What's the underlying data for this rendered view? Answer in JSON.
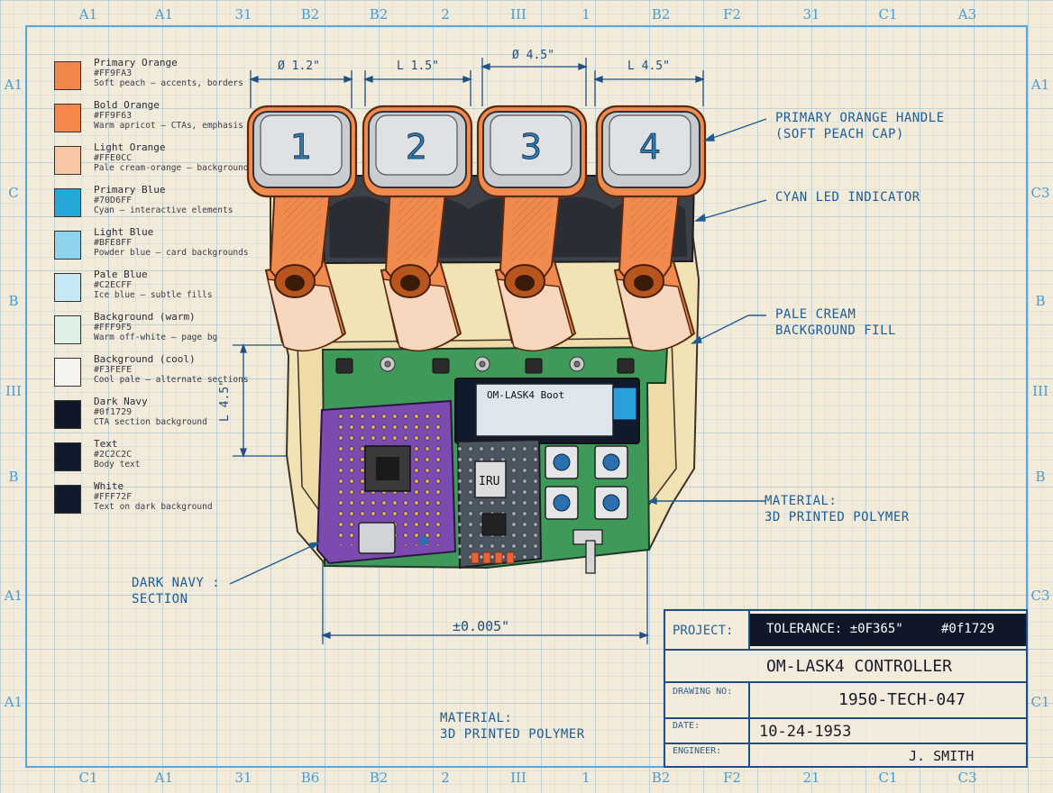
{
  "border_zones": {
    "top": [
      "A1",
      "A1",
      "31",
      "B2",
      "B2",
      "2",
      "III",
      "1",
      "B2",
      "F2",
      "31",
      "C1",
      "A3"
    ],
    "bottom": [
      "C1",
      "A1",
      "31",
      "B6",
      "B2",
      "2",
      "III",
      "1",
      "B2",
      "F2",
      "21",
      "C1",
      "C3"
    ],
    "left": [
      "A1",
      "C",
      "B",
      "III",
      "B",
      "A1",
      "A1"
    ],
    "right": [
      "A1",
      "C3",
      "B",
      "III",
      "B",
      "C3",
      "C1"
    ]
  },
  "palette": [
    {
      "name": "Primary Orange",
      "hex": "#FF9FA3",
      "desc": "Soft peach — accents, borders",
      "color": "#f0864a"
    },
    {
      "name": "Bold Orange",
      "hex": "#FF9F63",
      "desc": "Warm apricot — CTAs, emphasis",
      "color": "#f4874a"
    },
    {
      "name": "Light Orange",
      "hex": "#FFE0CC",
      "desc": "Pale cream-orange — backgrounds",
      "color": "#f7c6a3"
    },
    {
      "name": "Primary Blue",
      "hex": "#70D6FF",
      "desc": "Cyan — interactive elements",
      "color": "#25a8d8"
    },
    {
      "name": "Light Blue",
      "hex": "#BFE8FF",
      "desc": "Powder blue — card backgrounds",
      "color": "#8fd3ec"
    },
    {
      "name": "Pale Blue",
      "hex": "#C2ECFF",
      "desc": "Ice blue — subtle fills",
      "color": "#c4e9f5"
    },
    {
      "name": "Background (warm)",
      "hex": "#FFF9F5",
      "desc": "Warm off-white — page bg",
      "color": "#dff1e6"
    },
    {
      "name": "Background (cool)",
      "hex": "#F3FEFE",
      "desc": "Cool pale — alternate sections",
      "color": "#f6f4ee"
    },
    {
      "name": "Dark Navy",
      "hex": "#0f1729",
      "desc": "CTA section background",
      "color": "#0f1729"
    },
    {
      "name": "Text",
      "hex": "#2C2C2C",
      "desc": "Body text",
      "color": "#0f1a2c"
    },
    {
      "name": "White",
      "hex": "#FFF72F",
      "desc": "Text on dark background",
      "color": "#0f1a2c"
    }
  ],
  "dimensions": {
    "d1": "Ø 1.2\"",
    "d2": "L 1.5\"",
    "d3": "Ø 4.5\"",
    "d4": "L 4.5\"",
    "side": "L 4.5\"",
    "bottom": "±0.005\""
  },
  "keys": [
    "1",
    "2",
    "3",
    "4"
  ],
  "oled_text": "OM-LASK4 Boot",
  "chip_text": "IRU",
  "annotations": {
    "handle_1": "PRIMARY ORANGE HANDLE",
    "handle_2": "(SOFT PEACH CAP)",
    "led": "CYAN LED INDICATOR",
    "cream_1": "PALE CREAM",
    "cream_2": "BACKGROUND FILL",
    "mat_right_1": "MATERIAL:",
    "mat_right_2": "3D PRINTED POLYMER",
    "navy_1": "DARK NAVY :",
    "navy_2": "SECTION",
    "mat_bottom_1": "MATERIAL:",
    "mat_bottom_2": "3D PRINTED POLYMER"
  },
  "title_block": {
    "project_label": "PROJECT:",
    "tolerance": "TOLERANCE:  ±0F365\"",
    "tolerance_code": "#0f1729",
    "title": "OM-LASK4 CONTROLLER",
    "drawing_label": "DRAWING NO:",
    "drawing_no": "1950-TECH-047",
    "date_label": "DATE:",
    "date": "10-24-1953",
    "engineer_label": "ENGINEER:",
    "engineer": "J. SMITH"
  },
  "colors": {
    "orange": "#f08a4e",
    "orange_dark": "#b8551f",
    "key_cap": "#c9ccd0",
    "cyan": "#2aa0d8",
    "cream": "#f2e3b5",
    "pcb_green": "#3f9a5a",
    "pcb_purple": "#7b4bb0",
    "navy": "#0f1729",
    "ink_blue": "#1f4f86"
  }
}
